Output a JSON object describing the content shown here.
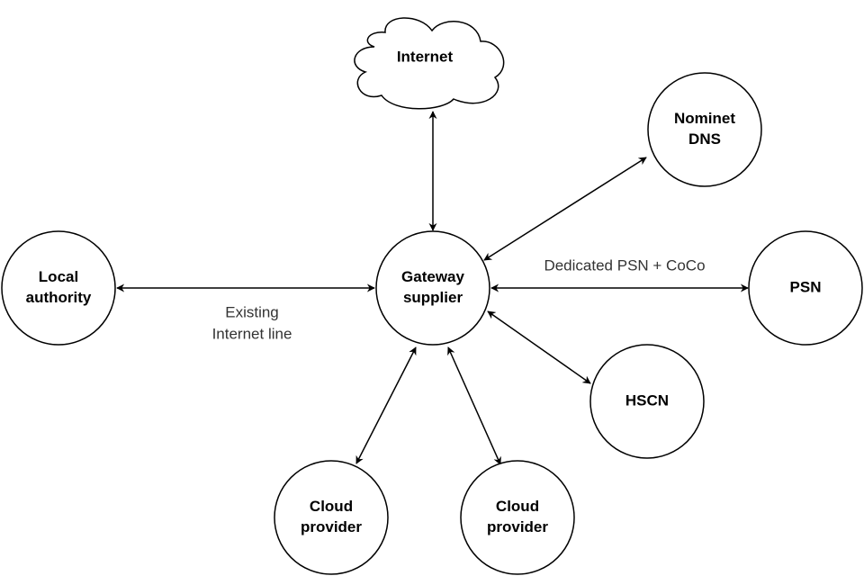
{
  "diagram": {
    "nodes": [
      {
        "id": "internet",
        "shape": "cloud",
        "label_lines": [
          "Internet"
        ]
      },
      {
        "id": "gateway",
        "shape": "circle",
        "label_lines": [
          "Gateway",
          "supplier"
        ]
      },
      {
        "id": "local-authority",
        "shape": "circle",
        "label_lines": [
          "Local",
          "authority"
        ]
      },
      {
        "id": "nominet-dns",
        "shape": "circle",
        "label_lines": [
          "Nominet",
          "DNS"
        ]
      },
      {
        "id": "psn",
        "shape": "circle",
        "label_lines": [
          "PSN"
        ]
      },
      {
        "id": "hscn",
        "shape": "circle",
        "label_lines": [
          "HSCN"
        ]
      },
      {
        "id": "cloud-provider-1",
        "shape": "circle",
        "label_lines": [
          "Cloud",
          "provider"
        ]
      },
      {
        "id": "cloud-provider-2",
        "shape": "circle",
        "label_lines": [
          "Cloud",
          "provider"
        ]
      }
    ],
    "edges": [
      {
        "from": "gateway",
        "to": "internet",
        "direction": "both",
        "label_lines": []
      },
      {
        "from": "gateway",
        "to": "local-authority",
        "direction": "both",
        "label_lines": [
          "Existing",
          "Internet line"
        ]
      },
      {
        "from": "gateway",
        "to": "nominet-dns",
        "direction": "both",
        "label_lines": []
      },
      {
        "from": "gateway",
        "to": "psn",
        "direction": "both",
        "label_lines": [
          "Dedicated PSN + CoCo"
        ]
      },
      {
        "from": "gateway",
        "to": "hscn",
        "direction": "both",
        "label_lines": []
      },
      {
        "from": "gateway",
        "to": "cloud-provider-1",
        "direction": "both",
        "label_lines": []
      },
      {
        "from": "gateway",
        "to": "cloud-provider-2",
        "direction": "both",
        "label_lines": []
      }
    ]
  }
}
